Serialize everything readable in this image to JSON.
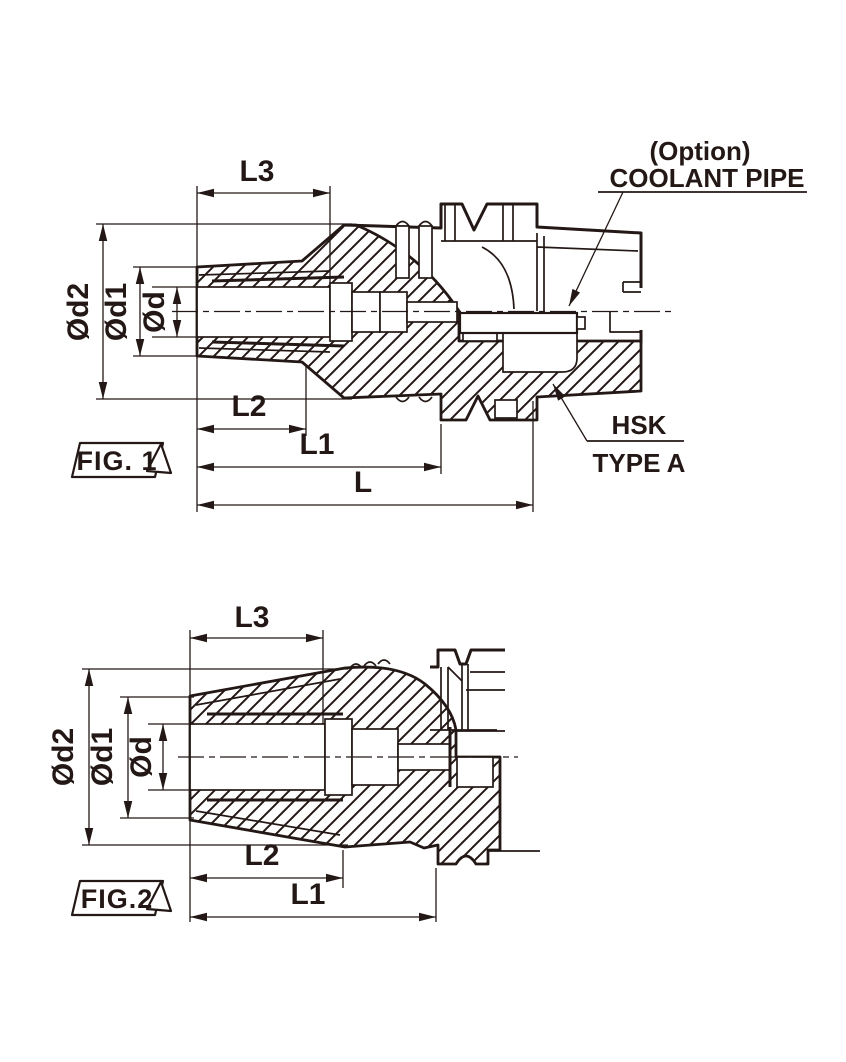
{
  "page": {
    "background": "#ffffff",
    "ink": "#231815"
  },
  "fig1": {
    "name": "FIG. 1",
    "dim_l3": "L3",
    "dim_l2": "L2",
    "dim_l1": "L1",
    "dim_l": "L",
    "dim_d2": "Ød2",
    "dim_d1": "Ød1",
    "dim_d": "Ød",
    "note_option": "(Option)",
    "note_coolant": "COOLANT PIPE",
    "note_hsk": "HSK",
    "note_type": "TYPE A"
  },
  "fig2": {
    "name": "FIG.2",
    "dim_l3": "L3",
    "dim_l2": "L2",
    "dim_l1": "L1",
    "dim_d2": "Ød2",
    "dim_d1": "Ød1",
    "dim_d": "Ød"
  }
}
